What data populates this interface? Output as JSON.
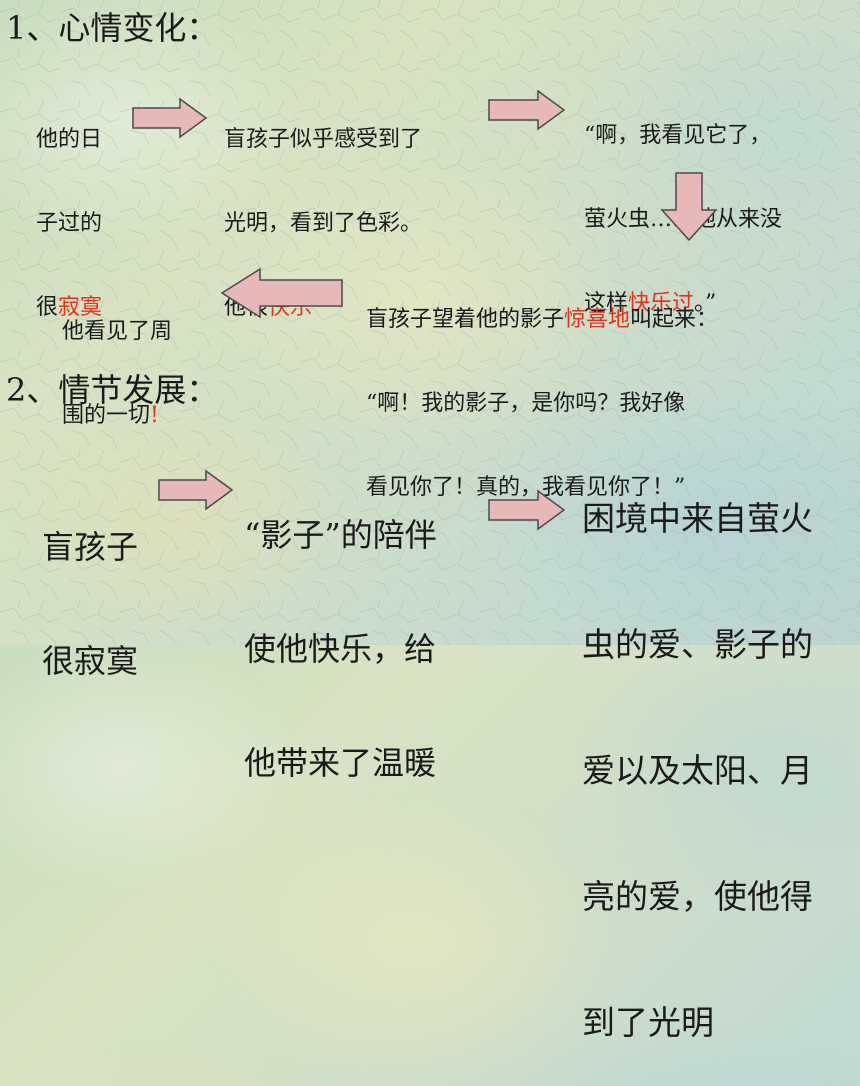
{
  "section1": {
    "heading": "1、心情变化：",
    "box1": {
      "l1": "他的日",
      "l2": "子过的",
      "l3a": "很",
      "l3b": "寂寞"
    },
    "box2": {
      "l1": "盲孩子似乎感受到了",
      "l2": "光明，看到了色彩。",
      "l3a": "他很",
      "l3b": "快乐"
    },
    "box3": {
      "l1": "“啊，我看见它了，",
      "l2": "萤火虫……他从来没",
      "l3a": "这样",
      "l3b": "快乐过",
      "l3c": "。”"
    },
    "box4": {
      "l1a": "盲孩子望着他的影子",
      "l1b": "惊喜地",
      "l1c": "叫起来：",
      "l2": "“啊！我的影子，是你吗？我好像",
      "l3": "看见你了！真的，我看见你了！”"
    },
    "box5": {
      "l1": "他看见了周",
      "l2a": "围的一切",
      "l2b": "!"
    }
  },
  "section2": {
    "heading": "2、情节发展：",
    "box1": {
      "l1": "盲孩子",
      "l2": "很寂寞"
    },
    "box2": {
      "l1": "“影子”的陪伴",
      "l2": "使他快乐，给",
      "l3": "他带来了温暖"
    },
    "box3": {
      "l1": "困境中来自萤火",
      "l2": "虫的爱、影子的",
      "l3": "爱以及太阳、月",
      "l4": "亮的爱，使他得",
      "l5": "到了光明"
    }
  },
  "colors": {
    "highlight": "#e3331d",
    "arrow_fill": "#e8b8b8",
    "arrow_stroke": "#4a4a4a"
  }
}
